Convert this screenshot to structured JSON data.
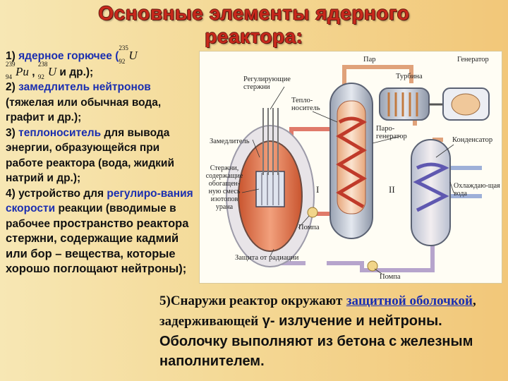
{
  "title": {
    "line1": "Основные элементы ядерного",
    "line2": "реактора:"
  },
  "left": {
    "i1_num": "1)",
    "i1_term": "ядерное горючее (",
    "u235": {
      "sup": "235",
      "sub": "92",
      "sym": "U"
    },
    "pu239": {
      "sup": "239",
      "sub": "94",
      "sym": "Pu"
    },
    "comma": ",",
    "u238": {
      "sup": "238",
      "sub": "92",
      "sym": "U"
    },
    "i1_end": "и др.);",
    "i2_num": "2)",
    "i2_term": "замедлитель нейтронов",
    "i2_rest": "(тяжелая или обычная вода, графит и др.);",
    "i3_num": "3)",
    "i3_term": "теплоноситель",
    "i3_rest": "для вывода энергии, образующейся при работе реактора (вода, жидкий натрий и др.);",
    "i4_num": "4) устройство для",
    "i4_term": "регулиро-вания скорости",
    "i4_rest": "реакции",
    "i4_paren": "(вводимые в рабочее",
    "i4_big": "пространство реактора стержни, содержащие кадмий или бор – вещества, которые хорошо поглощают",
    "i4_cut": "нейтроны);"
  },
  "diagram": {
    "labels": {
      "steam": "Пар",
      "generator": "Генератор",
      "turbine": "Турбина",
      "control_rods": "Регулирующие стержни",
      "coolant": "Тепло-носитель",
      "steam_gen": "Паро-генератор",
      "moderator": "Замедлитель",
      "condenser": "Конденсатор",
      "fuel_rods": "Стержни, содержащие обогащен-ную смесь изотопов урана",
      "circuit1": "I",
      "circuit2": "II",
      "cooling_water": "Охлаждаю-щая вода",
      "pump1": "Помпа",
      "shield": "Защита от радиации",
      "pump2": "Помпа"
    }
  },
  "bottom": {
    "prefix": "5)Снаружи реактор окружают",
    "term": "защитной оболочкой",
    "rest1": ", задерживающей",
    "gamma": "γ-",
    "rest2": "излучение и нейтроны. Оболочку выполняют из бетона с",
    "cut": "железным наполнителем."
  }
}
